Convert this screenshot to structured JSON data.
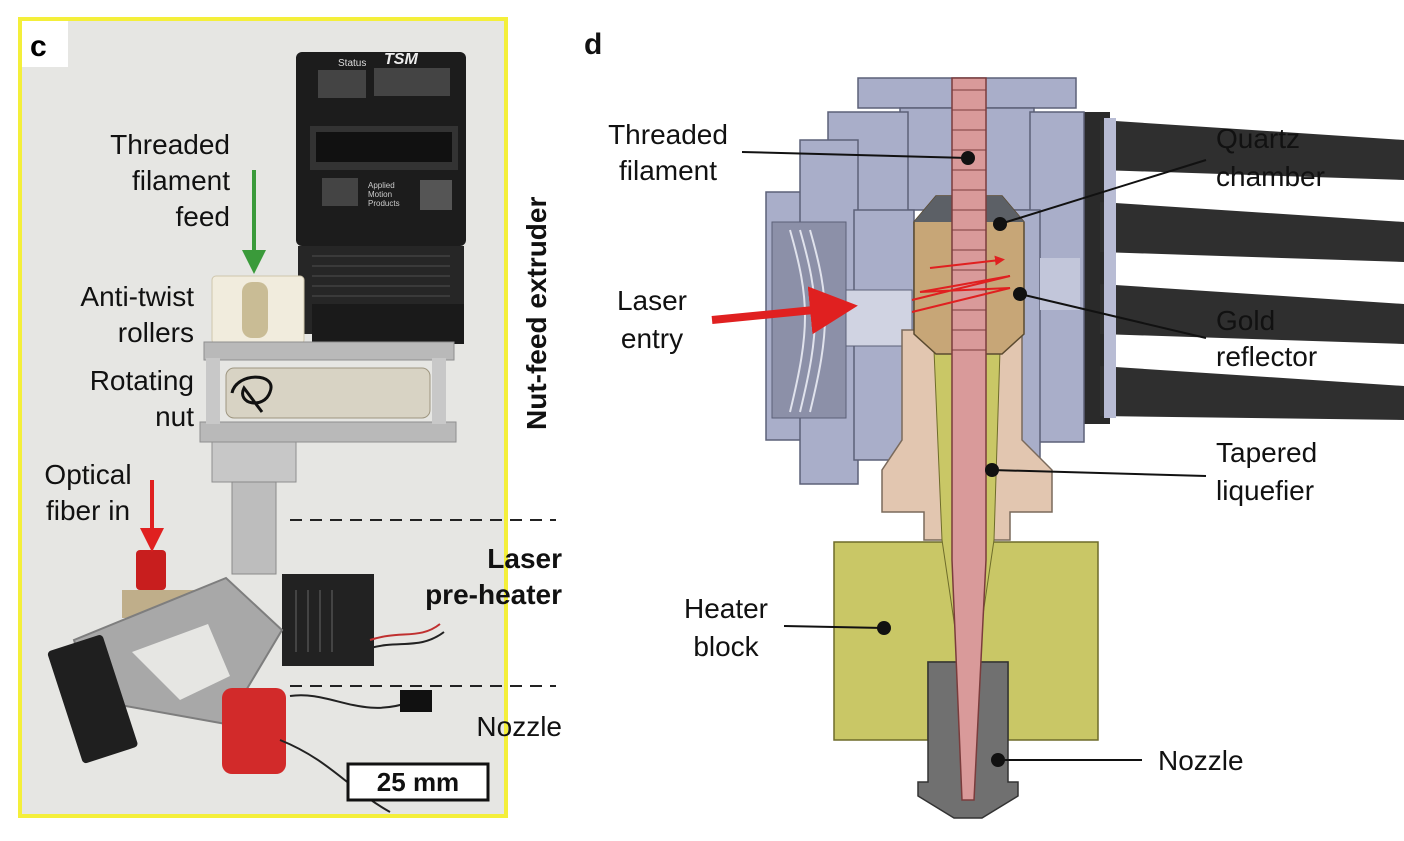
{
  "panel_c": {
    "letter": "c",
    "labels": {
      "filament_feed": [
        "Threaded",
        "filament",
        "feed"
      ],
      "rollers": [
        "Anti-twist",
        "rollers"
      ],
      "nut": [
        "Rotating",
        "nut"
      ],
      "fiber": [
        "Optical",
        "fiber in"
      ],
      "extruder": "Nut-feed extruder",
      "preheater": [
        "Laser",
        "pre-heater"
      ],
      "nozzle": "Nozzle",
      "scale": "25 mm"
    },
    "device_text": {
      "status": "Status",
      "brand": "TSM",
      "maker": [
        "Applied",
        "Motion",
        "Products"
      ]
    },
    "colors": {
      "border": "#f4ef3a",
      "feed_arrow": "#3a9a3a",
      "fiber_arrow": "#e02020"
    }
  },
  "panel_d": {
    "letter": "d",
    "labels": {
      "filament": [
        "Threaded",
        "filament"
      ],
      "quartz": [
        "Quartz",
        "chamber"
      ],
      "laser": [
        "Laser",
        "entry"
      ],
      "gold": [
        "Gold",
        "reflector"
      ],
      "liquefier": [
        "Tapered",
        "liquefier"
      ],
      "heater": [
        "Heater",
        "block"
      ],
      "nozzle": "Nozzle"
    },
    "colors": {
      "housing": "#a9aec9",
      "filament": "#d99a9a",
      "quartz": "#c7a677",
      "liquefier": "#e2c6b0",
      "heater": "#c9c766",
      "nozzle": "#707070",
      "laser": "#e02020"
    }
  }
}
